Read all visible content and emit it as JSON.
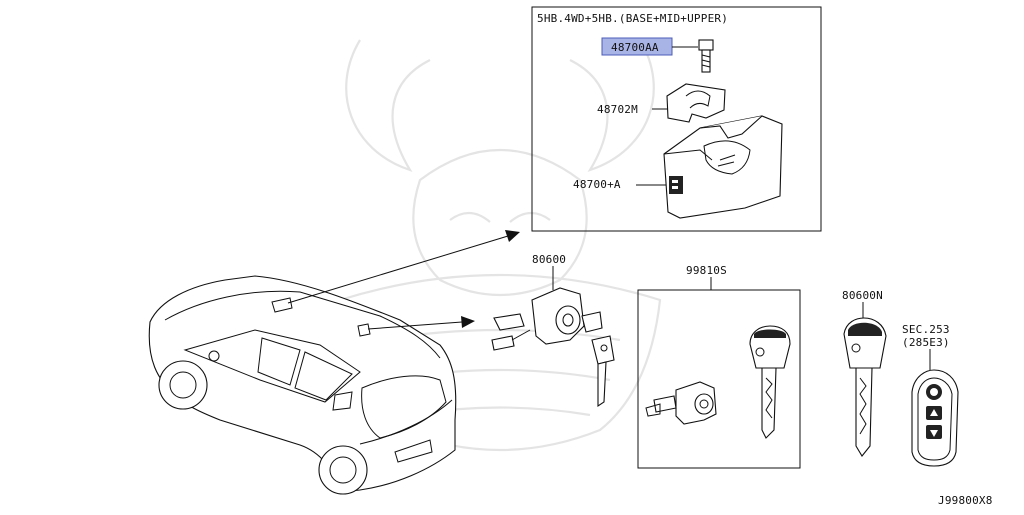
{
  "diagram": {
    "detail_box": {
      "title": "5HB.4WD+5HB.(BASE+MID+UPPER)",
      "labels": {
        "highlighted": "48700AA",
        "collar": "48702M",
        "steering_lock": "48700+A"
      }
    },
    "labels": {
      "ignition_key_set": "80600",
      "cylinder_set": "99810S",
      "blank_key": "80600N",
      "section_ref_1": "SEC.253",
      "section_ref_2": "(285E3)"
    },
    "diagram_code": "J99800X8",
    "colors": {
      "highlight_fill": "#a9b4e6",
      "highlight_border": "#4b5cb8",
      "line": "#111111"
    }
  }
}
